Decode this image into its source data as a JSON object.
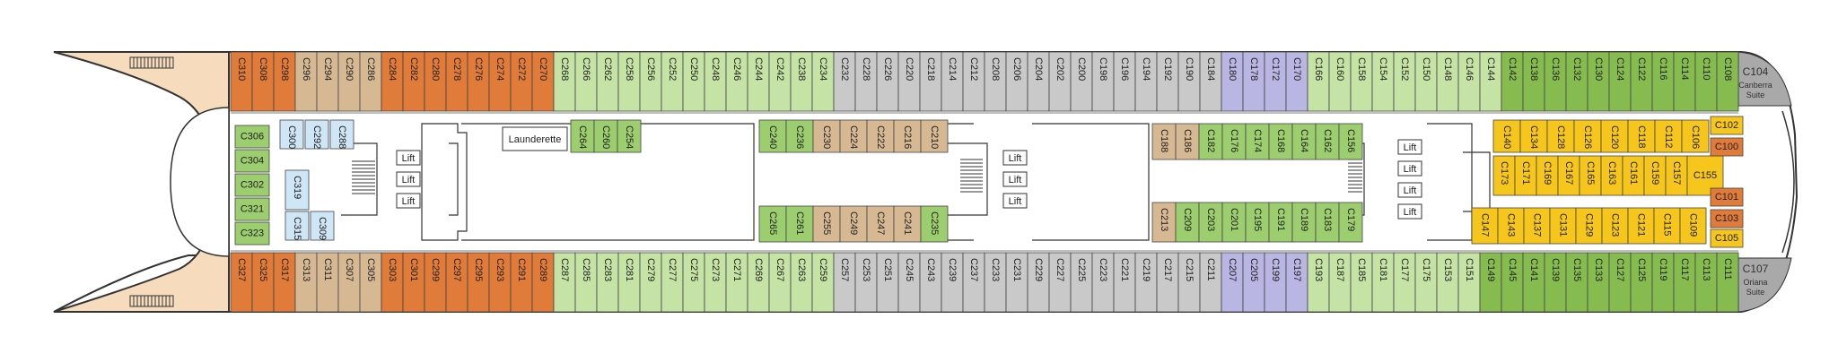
{
  "legend": {
    "colors": {
      "orange": "#e07b39",
      "tan": "#d6b893",
      "light_green": "#c6e3a6",
      "green": "#9ccd6e",
      "dark_green": "#86bc4f",
      "gray": "#c9c9c9",
      "lavender": "#b9b6e3",
      "light_blue": "#cfe6f6",
      "yellow": "#f6c61c",
      "suite_gray": "#a9a9a9",
      "wood": "#f6dcbc",
      "hull_outline": "#333333"
    }
  },
  "labels": {
    "launderette": "Launderette",
    "lift": "Lift"
  },
  "suites": {
    "top": {
      "number": "C104",
      "line1": "Canberra",
      "line2": "Suite"
    },
    "bottom": {
      "number": "C107",
      "line1": "Oriana",
      "line2": "Suite"
    }
  },
  "top_row": [
    {
      "n": "C310",
      "c": "orange"
    },
    {
      "n": "C308",
      "c": "orange"
    },
    {
      "n": "C298",
      "c": "orange"
    },
    {
      "n": "C296",
      "c": "tan"
    },
    {
      "n": "C294",
      "c": "tan"
    },
    {
      "n": "C290",
      "c": "tan"
    },
    {
      "n": "C286",
      "c": "tan"
    },
    {
      "n": "C284",
      "c": "orange"
    },
    {
      "n": "C282",
      "c": "orange"
    },
    {
      "n": "C280",
      "c": "orange"
    },
    {
      "n": "C278",
      "c": "orange"
    },
    {
      "n": "C276",
      "c": "orange"
    },
    {
      "n": "C274",
      "c": "orange"
    },
    {
      "n": "C272",
      "c": "orange"
    },
    {
      "n": "C270",
      "c": "orange"
    },
    {
      "n": "C268",
      "c": "light_green"
    },
    {
      "n": "C266",
      "c": "light_green"
    },
    {
      "n": "C262",
      "c": "light_green"
    },
    {
      "n": "C258",
      "c": "light_green"
    },
    {
      "n": "C256",
      "c": "light_green"
    },
    {
      "n": "C252",
      "c": "light_green"
    },
    {
      "n": "C250",
      "c": "light_green"
    },
    {
      "n": "C248",
      "c": "light_green"
    },
    {
      "n": "C246",
      "c": "light_green"
    },
    {
      "n": "C244",
      "c": "light_green"
    },
    {
      "n": "C242",
      "c": "light_green"
    },
    {
      "n": "C238",
      "c": "light_green"
    },
    {
      "n": "C234",
      "c": "light_green"
    },
    {
      "n": "C232",
      "c": "gray"
    },
    {
      "n": "C228",
      "c": "gray"
    },
    {
      "n": "C226",
      "c": "gray"
    },
    {
      "n": "C220",
      "c": "gray"
    },
    {
      "n": "C218",
      "c": "gray"
    },
    {
      "n": "C214",
      "c": "gray"
    },
    {
      "n": "C212",
      "c": "gray"
    },
    {
      "n": "C208",
      "c": "gray"
    },
    {
      "n": "C206",
      "c": "gray"
    },
    {
      "n": "C204",
      "c": "gray"
    },
    {
      "n": "C202",
      "c": "gray"
    },
    {
      "n": "C200",
      "c": "gray"
    },
    {
      "n": "C198",
      "c": "gray"
    },
    {
      "n": "C196",
      "c": "gray"
    },
    {
      "n": "C194",
      "c": "gray"
    },
    {
      "n": "C192",
      "c": "gray"
    },
    {
      "n": "C190",
      "c": "gray"
    },
    {
      "n": "C184",
      "c": "gray"
    },
    {
      "n": "C180",
      "c": "lavender"
    },
    {
      "n": "C178",
      "c": "lavender"
    },
    {
      "n": "C172",
      "c": "lavender"
    },
    {
      "n": "C170",
      "c": "lavender"
    },
    {
      "n": "C166",
      "c": "light_green"
    },
    {
      "n": "C160",
      "c": "light_green"
    },
    {
      "n": "C158",
      "c": "light_green"
    },
    {
      "n": "C154",
      "c": "light_green"
    },
    {
      "n": "C152",
      "c": "light_green"
    },
    {
      "n": "C150",
      "c": "light_green"
    },
    {
      "n": "C148",
      "c": "light_green"
    },
    {
      "n": "C146",
      "c": "light_green"
    },
    {
      "n": "C144",
      "c": "light_green"
    },
    {
      "n": "C142",
      "c": "dark_green"
    },
    {
      "n": "C138",
      "c": "dark_green"
    },
    {
      "n": "C136",
      "c": "dark_green"
    },
    {
      "n": "C132",
      "c": "dark_green"
    },
    {
      "n": "C130",
      "c": "dark_green"
    },
    {
      "n": "C124",
      "c": "dark_green"
    },
    {
      "n": "C122",
      "c": "dark_green"
    },
    {
      "n": "C116",
      "c": "dark_green"
    },
    {
      "n": "C114",
      "c": "dark_green"
    },
    {
      "n": "C110",
      "c": "dark_green"
    },
    {
      "n": "C108",
      "c": "dark_green"
    }
  ],
  "bottom_row": [
    {
      "n": "C327",
      "c": "orange"
    },
    {
      "n": "C325",
      "c": "orange"
    },
    {
      "n": "C317",
      "c": "orange"
    },
    {
      "n": "C313",
      "c": "tan"
    },
    {
      "n": "C311",
      "c": "tan"
    },
    {
      "n": "C307",
      "c": "tan"
    },
    {
      "n": "C305",
      "c": "tan"
    },
    {
      "n": "C303",
      "c": "orange"
    },
    {
      "n": "C301",
      "c": "orange"
    },
    {
      "n": "C299",
      "c": "orange"
    },
    {
      "n": "C297",
      "c": "orange"
    },
    {
      "n": "C295",
      "c": "orange"
    },
    {
      "n": "C293",
      "c": "orange"
    },
    {
      "n": "C291",
      "c": "orange"
    },
    {
      "n": "C289",
      "c": "orange"
    },
    {
      "n": "C287",
      "c": "light_green"
    },
    {
      "n": "C285",
      "c": "light_green"
    },
    {
      "n": "C283",
      "c": "light_green"
    },
    {
      "n": "C281",
      "c": "light_green"
    },
    {
      "n": "C279",
      "c": "light_green"
    },
    {
      "n": "C277",
      "c": "light_green"
    },
    {
      "n": "C275",
      "c": "light_green"
    },
    {
      "n": "C273",
      "c": "light_green"
    },
    {
      "n": "C271",
      "c": "light_green"
    },
    {
      "n": "C269",
      "c": "light_green"
    },
    {
      "n": "C267",
      "c": "light_green"
    },
    {
      "n": "C263",
      "c": "light_green"
    },
    {
      "n": "C259",
      "c": "light_green"
    },
    {
      "n": "C257",
      "c": "gray"
    },
    {
      "n": "C253",
      "c": "gray"
    },
    {
      "n": "C251",
      "c": "gray"
    },
    {
      "n": "C245",
      "c": "gray"
    },
    {
      "n": "C243",
      "c": "gray"
    },
    {
      "n": "C239",
      "c": "gray"
    },
    {
      "n": "C237",
      "c": "gray"
    },
    {
      "n": "C233",
      "c": "gray"
    },
    {
      "n": "C231",
      "c": "gray"
    },
    {
      "n": "C229",
      "c": "gray"
    },
    {
      "n": "C227",
      "c": "gray"
    },
    {
      "n": "C225",
      "c": "gray"
    },
    {
      "n": "C223",
      "c": "gray"
    },
    {
      "n": "C221",
      "c": "gray"
    },
    {
      "n": "C219",
      "c": "gray"
    },
    {
      "n": "C217",
      "c": "gray"
    },
    {
      "n": "C215",
      "c": "gray"
    },
    {
      "n": "C211",
      "c": "gray"
    },
    {
      "n": "C207",
      "c": "lavender"
    },
    {
      "n": "C205",
      "c": "lavender"
    },
    {
      "n": "C199",
      "c": "lavender"
    },
    {
      "n": "C197",
      "c": "lavender"
    },
    {
      "n": "C193",
      "c": "light_green"
    },
    {
      "n": "C187",
      "c": "light_green"
    },
    {
      "n": "C185",
      "c": "light_green"
    },
    {
      "n": "C181",
      "c": "light_green"
    },
    {
      "n": "C177",
      "c": "light_green"
    },
    {
      "n": "C175",
      "c": "light_green"
    },
    {
      "n": "C153",
      "c": "light_green"
    },
    {
      "n": "C151",
      "c": "light_green"
    },
    {
      "n": "C149",
      "c": "dark_green"
    },
    {
      "n": "C145",
      "c": "dark_green"
    },
    {
      "n": "C141",
      "c": "dark_green"
    },
    {
      "n": "C139",
      "c": "dark_green"
    },
    {
      "n": "C135",
      "c": "dark_green"
    },
    {
      "n": "C133",
      "c": "dark_green"
    },
    {
      "n": "C127",
      "c": "dark_green"
    },
    {
      "n": "C125",
      "c": "dark_green"
    },
    {
      "n": "C119",
      "c": "dark_green"
    },
    {
      "n": "C117",
      "c": "dark_green"
    },
    {
      "n": "C113",
      "c": "dark_green"
    },
    {
      "n": "C111",
      "c": "dark_green"
    }
  ],
  "inner_left_column": [
    {
      "n": "C306",
      "c": "green"
    },
    {
      "n": "C304",
      "c": "green"
    },
    {
      "n": "C302",
      "c": "green"
    },
    {
      "n": "C321",
      "c": "green"
    },
    {
      "n": "C323",
      "c": "green"
    }
  ],
  "inner_blue_cabins": [
    {
      "n": "C300",
      "c": "light_blue"
    },
    {
      "n": "C292",
      "c": "light_blue"
    },
    {
      "n": "C288",
      "c": "light_blue"
    },
    {
      "n": "C319",
      "c": "light_blue"
    },
    {
      "n": "C315",
      "c": "light_blue"
    },
    {
      "n": "C309",
      "c": "light_blue"
    }
  ],
  "inner_after_launderette": [
    {
      "n": "C264",
      "c": "green"
    },
    {
      "n": "C260",
      "c": "green"
    },
    {
      "n": "C254",
      "c": "green"
    }
  ],
  "inner_mid_upper": [
    {
      "n": "C240",
      "c": "green"
    },
    {
      "n": "C236",
      "c": "green"
    },
    {
      "n": "C230",
      "c": "tan"
    },
    {
      "n": "C224",
      "c": "tan"
    },
    {
      "n": "C222",
      "c": "tan"
    },
    {
      "n": "C216",
      "c": "tan"
    },
    {
      "n": "C210",
      "c": "tan"
    }
  ],
  "inner_mid_lower": [
    {
      "n": "C265",
      "c": "green"
    },
    {
      "n": "C261",
      "c": "green"
    },
    {
      "n": "C255",
      "c": "tan"
    },
    {
      "n": "C249",
      "c": "tan"
    },
    {
      "n": "C247",
      "c": "tan"
    },
    {
      "n": "C241",
      "c": "tan"
    },
    {
      "n": "C235",
      "c": "green"
    }
  ],
  "inner_fwd_upper": [
    {
      "n": "C188",
      "c": "tan"
    },
    {
      "n": "C186",
      "c": "tan"
    },
    {
      "n": "C182",
      "c": "green"
    },
    {
      "n": "C176",
      "c": "green"
    },
    {
      "n": "C174",
      "c": "green"
    },
    {
      "n": "C168",
      "c": "green"
    },
    {
      "n": "C164",
      "c": "green"
    },
    {
      "n": "C162",
      "c": "green"
    },
    {
      "n": "C156",
      "c": "green"
    }
  ],
  "inner_fwd_lower": [
    {
      "n": "C213",
      "c": "tan"
    },
    {
      "n": "C209",
      "c": "green"
    },
    {
      "n": "C203",
      "c": "green"
    },
    {
      "n": "C201",
      "c": "green"
    },
    {
      "n": "C195",
      "c": "green"
    },
    {
      "n": "C191",
      "c": "green"
    },
    {
      "n": "C189",
      "c": "green"
    },
    {
      "n": "C183",
      "c": "green"
    },
    {
      "n": "C179",
      "c": "green"
    }
  ],
  "inner_bow_upper": [
    {
      "n": "C140",
      "c": "yellow"
    },
    {
      "n": "C134",
      "c": "yellow"
    },
    {
      "n": "C128",
      "c": "yellow"
    },
    {
      "n": "C126",
      "c": "yellow"
    },
    {
      "n": "C120",
      "c": "yellow"
    },
    {
      "n": "C118",
      "c": "yellow"
    },
    {
      "n": "C112",
      "c": "yellow"
    },
    {
      "n": "C106",
      "c": "yellow"
    }
  ],
  "inner_bow_middle": [
    {
      "n": "C173",
      "c": "yellow"
    },
    {
      "n": "C171",
      "c": "yellow"
    },
    {
      "n": "C169",
      "c": "yellow"
    },
    {
      "n": "C167",
      "c": "yellow"
    },
    {
      "n": "C165",
      "c": "yellow"
    },
    {
      "n": "C163",
      "c": "yellow"
    },
    {
      "n": "C161",
      "c": "yellow"
    },
    {
      "n": "C159",
      "c": "yellow"
    },
    {
      "n": "C157",
      "c": "yellow"
    },
    {
      "n": "C155",
      "c": "yellow"
    }
  ],
  "inner_bow_lower": [
    {
      "n": "C147",
      "c": "yellow"
    },
    {
      "n": "C143",
      "c": "yellow"
    },
    {
      "n": "C137",
      "c": "yellow"
    },
    {
      "n": "C131",
      "c": "yellow"
    },
    {
      "n": "C129",
      "c": "yellow"
    },
    {
      "n": "C123",
      "c": "yellow"
    },
    {
      "n": "C121",
      "c": "yellow"
    },
    {
      "n": "C115",
      "c": "yellow"
    },
    {
      "n": "C109",
      "c": "yellow"
    }
  ],
  "bow_end_cabins": [
    {
      "n": "C102",
      "c": "yellow"
    },
    {
      "n": "C100",
      "c": "orange"
    },
    {
      "n": "C101",
      "c": "orange"
    },
    {
      "n": "C103",
      "c": "orange"
    },
    {
      "n": "C105",
      "c": "yellow"
    }
  ]
}
